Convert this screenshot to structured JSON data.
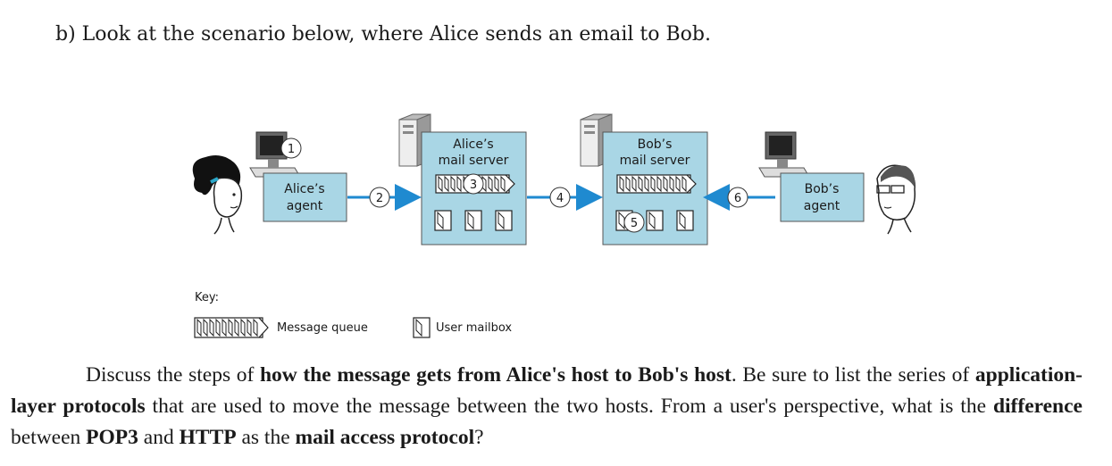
{
  "question": {
    "title": "b) Look at the scenario below, where Alice sends an email to Bob."
  },
  "diagram": {
    "alice_agent": [
      "Alice’s",
      "agent"
    ],
    "alice_server": [
      "Alice’s",
      "mail server"
    ],
    "bob_server": [
      "Bob’s",
      "mail server"
    ],
    "bob_agent": [
      "Bob’s",
      "agent"
    ],
    "steps": [
      "1",
      "2",
      "3",
      "4",
      "5",
      "6"
    ],
    "key": {
      "title": "Key:",
      "message_queue": "Message queue",
      "user_mailbox": "User mailbox"
    },
    "colors": {
      "box_fill": "#a9d6e5",
      "arrow": "#1f8ad0",
      "box_stroke": "#555555"
    }
  },
  "paragraph": {
    "p1": "Discuss the steps of ",
    "b1": "how the message gets from Alice's host to Bob's host",
    "p2": ". Be sure to list the series of ",
    "b2": "application-layer protocols",
    "p3": " that are used to move the message between the two hosts. From a user's perspective, what is the ",
    "b3": "difference",
    "p4": " between ",
    "b4": "POP3",
    "p5": " and ",
    "b5": "HTTP",
    "p6": " as the ",
    "b6": "mail access protocol",
    "p7": "?"
  }
}
